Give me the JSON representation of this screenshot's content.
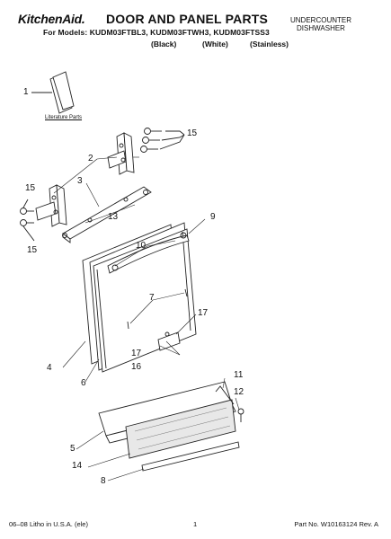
{
  "header": {
    "brand": "KitchenAid.",
    "title": "DOOR AND PANEL PARTS",
    "models_line": "For Models: KUDM03FTBL3, KUDM03FTWH3, KUDM03FTSS3",
    "variants": [
      "(Black)",
      "(White)",
      "(Stainless)"
    ],
    "product_type_line1": "UNDERCOUNTER",
    "product_type_line2": "DISHWASHER"
  },
  "literature_label": "Literature Parts",
  "callouts": {
    "c1": "1",
    "c2": "2",
    "c3": "3",
    "c4": "4",
    "c5": "5",
    "c6": "6",
    "c7": "7",
    "c8": "8",
    "c9": "9",
    "c10": "10",
    "c11": "11",
    "c12": "12",
    "c13": "13",
    "c14": "14",
    "c15a": "15",
    "c15b": "15",
    "c15c": "15",
    "c16": "16",
    "c17a": "17",
    "c17b": "17"
  },
  "footer": {
    "left": "06–08 Litho in U.S.A. (ele)",
    "page": "1",
    "part": "Part No. W10163124 Rev. A"
  }
}
